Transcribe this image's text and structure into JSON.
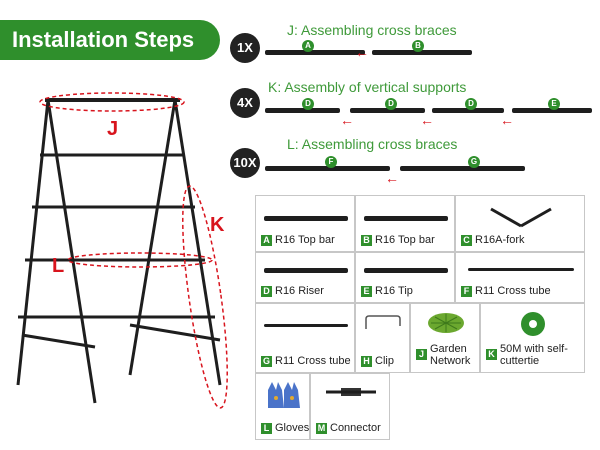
{
  "header": {
    "title": "Installation Steps"
  },
  "steps": [
    {
      "count": "1X",
      "title": "J: Assembling cross braces",
      "tags": [
        "A",
        "B"
      ]
    },
    {
      "count": "4X",
      "title": "K: Assembly of vertical supports",
      "tags": [
        "D",
        "D",
        "D",
        "E"
      ]
    },
    {
      "count": "10X",
      "title": "L: Assembling cross braces",
      "tags": [
        "F",
        "G"
      ]
    }
  ],
  "diagram_labels": {
    "j": "J",
    "k": "K",
    "l": "L"
  },
  "parts": [
    {
      "letter": "A",
      "label": "R16 Top bar"
    },
    {
      "letter": "B",
      "label": "R16 Top bar"
    },
    {
      "letter": "C",
      "label": "R16A-fork"
    },
    {
      "letter": "D",
      "label": "R16 Riser"
    },
    {
      "letter": "E",
      "label": "R16 Tip"
    },
    {
      "letter": "F",
      "label": "R11 Cross tube"
    },
    {
      "letter": "G",
      "label": "R11 Cross tube"
    },
    {
      "letter": "H",
      "label": "Clip"
    },
    {
      "letter": "J",
      "label": "Garden Network"
    },
    {
      "letter": "K",
      "label": "50M with self-cuttertie"
    },
    {
      "letter": "L",
      "label": "Gloves"
    },
    {
      "letter": "M",
      "label": "Connector"
    }
  ],
  "colors": {
    "green": "#2f8f2c",
    "red": "#d8141d",
    "dark": "#1e1e1e"
  }
}
